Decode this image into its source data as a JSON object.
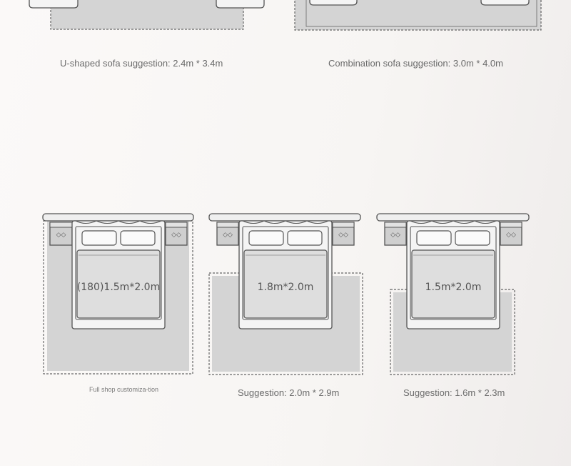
{
  "sofa_captions": {
    "u_shaped": "U-shaped sofa suggestion: 2.4m * 3.4m",
    "combination": "Combination sofa suggestion: 3.0m * 4.0m"
  },
  "beds": [
    {
      "size_label": "(180)1.5m*2.0m",
      "caption": "Full shop customiza-tion"
    },
    {
      "size_label": "1.8m*2.0m",
      "caption": "Suggestion: 2.0m * 2.9m"
    },
    {
      "size_label": "1.5m*2.0m",
      "caption": "Suggestion: 1.6m * 2.3m"
    }
  ],
  "colors": {
    "rug_fill": "#d4d4d4",
    "outline": "#5a5a5a",
    "mattress_fill": "#dedede",
    "furniture_fill": "#f4f4f4"
  }
}
